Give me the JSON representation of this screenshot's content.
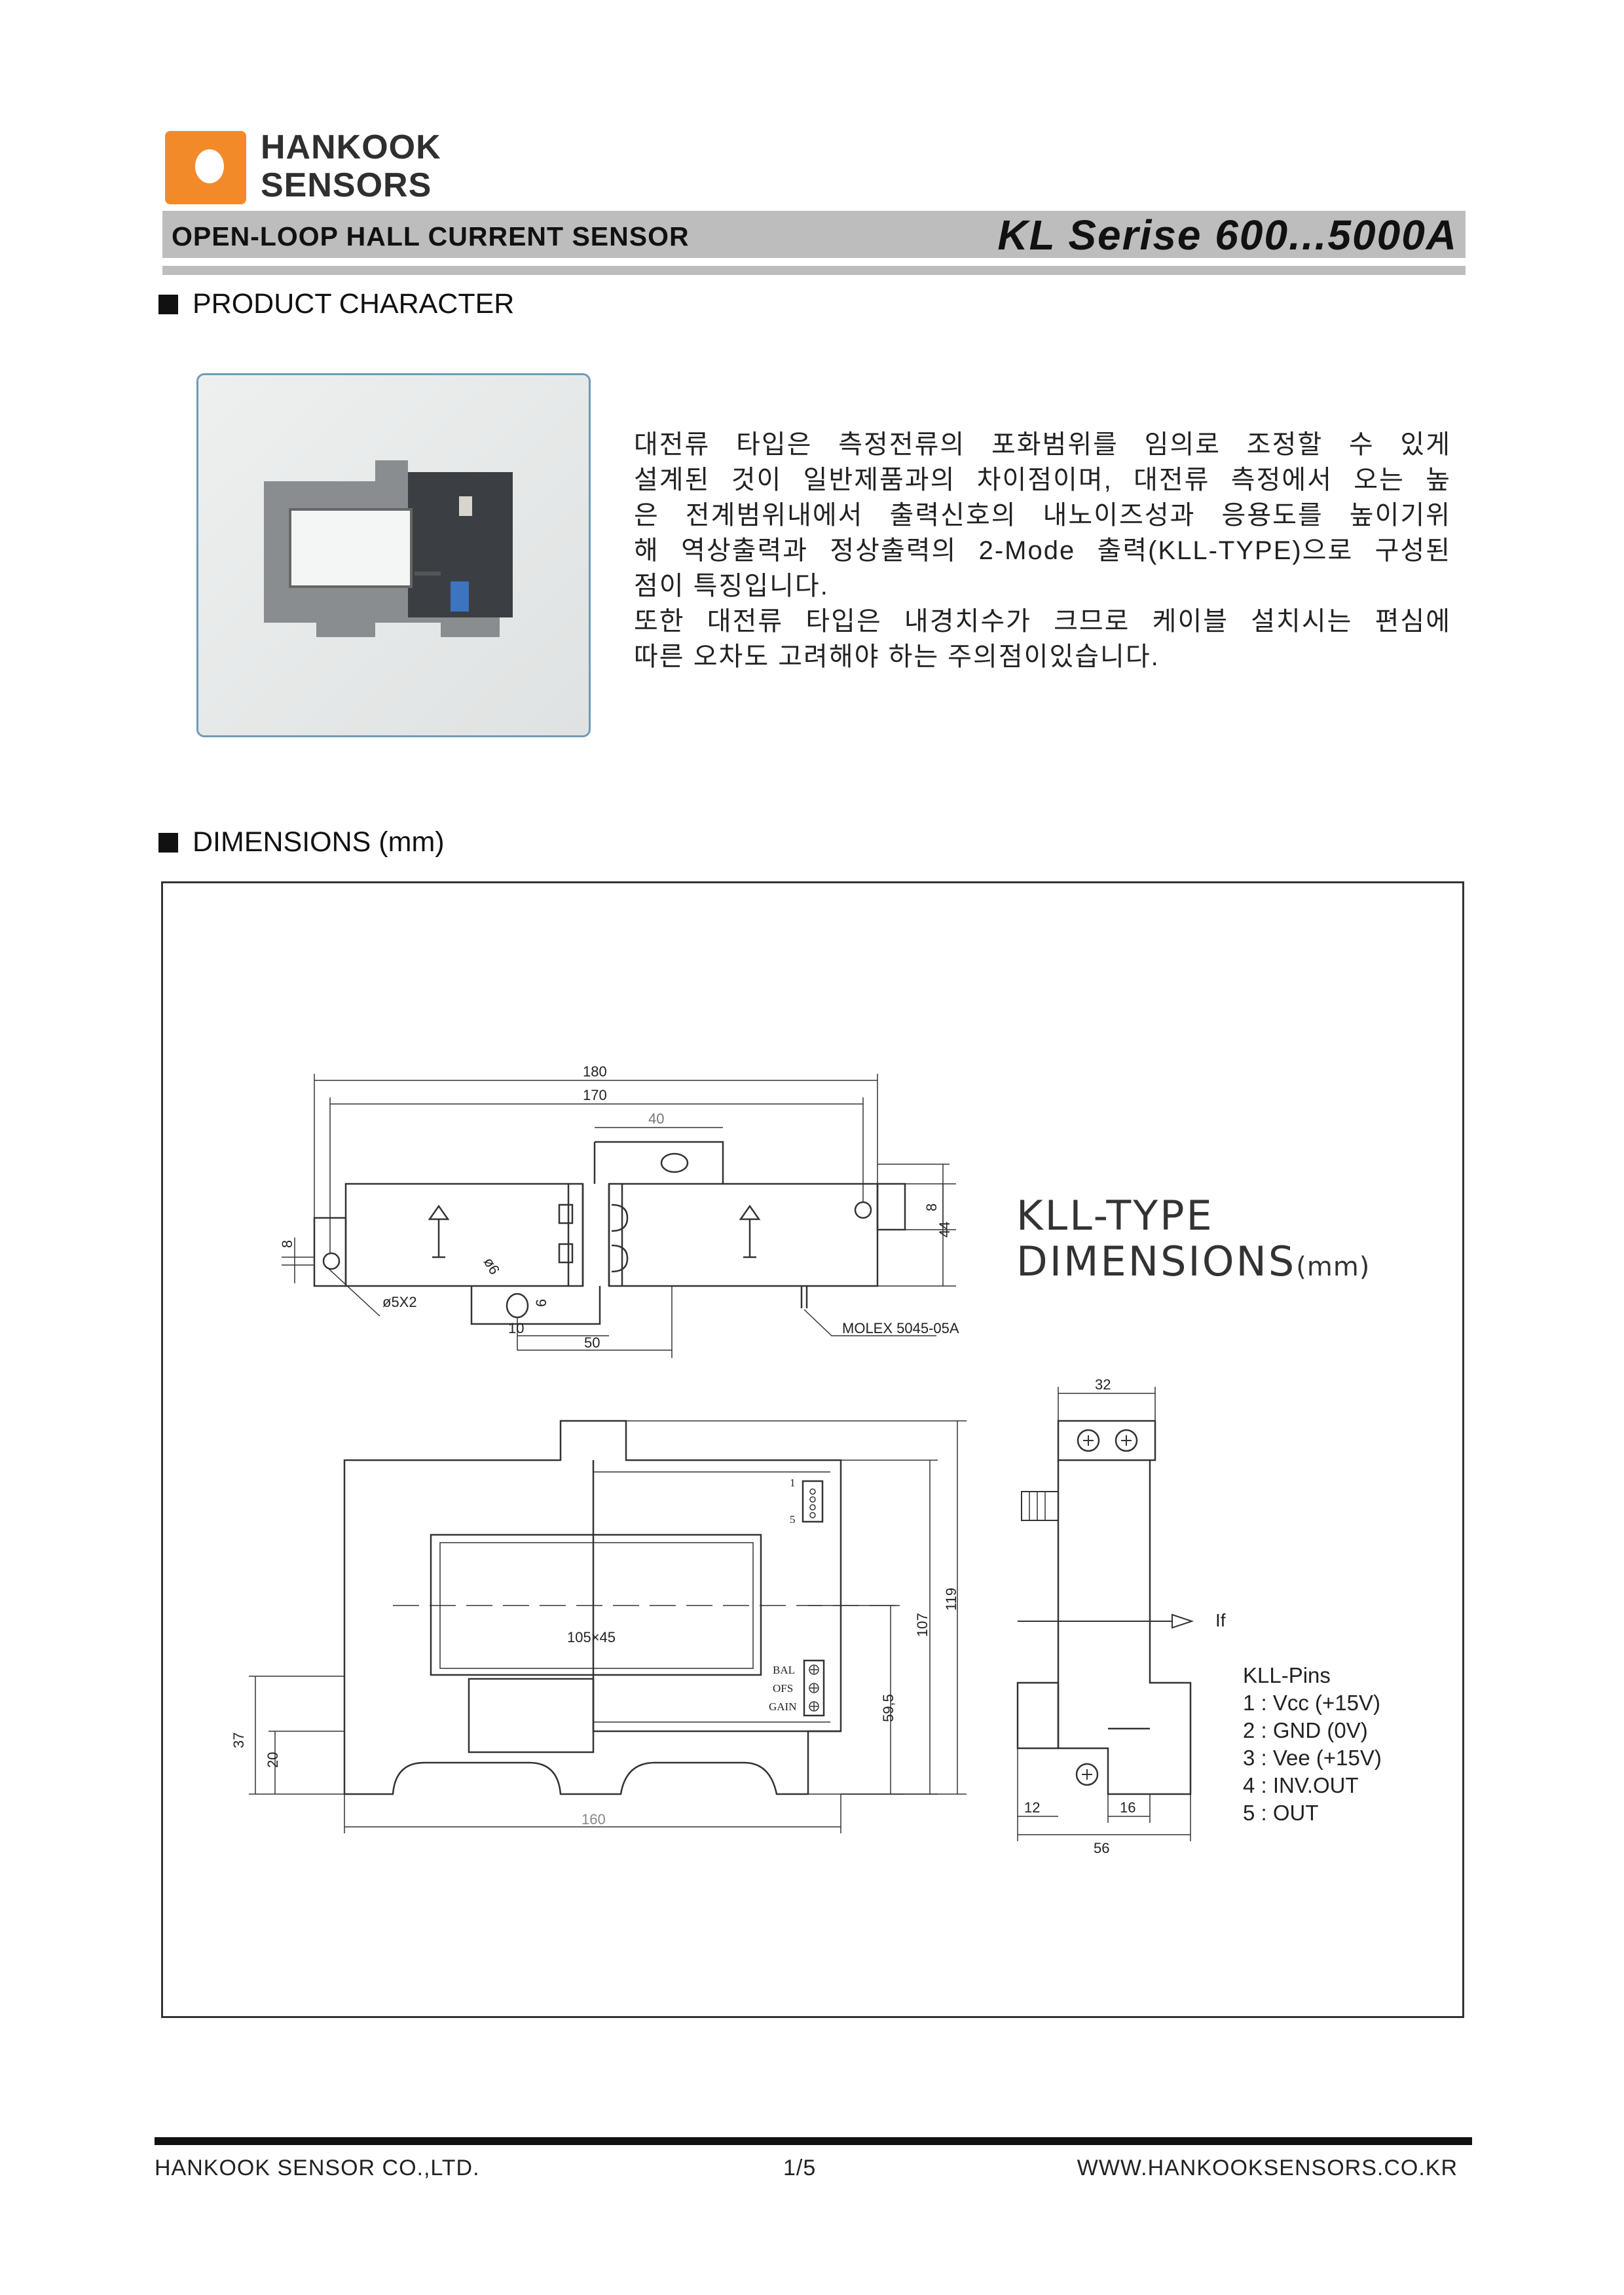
{
  "brand": {
    "line1": "HANKOOK",
    "line2": "SENSORS",
    "accent": "#f38a2a"
  },
  "header": {
    "left_title": "OPEN-LOOP  HALL  CURRENT  SENSOR",
    "right_title": "KL  Serise  600...5000A"
  },
  "sections": {
    "product": "PRODUCT  CHARACTER",
    "dimensions": "DIMENSIONS  (mm)"
  },
  "description": [
    "대전류 타입은 측정전류의 포화범위를 임의로 조정할 수 있게",
    "설계된 것이 일반제품과의 차이점이며, 대전류 측정에서 오는 높",
    "은 전계범위내에서 출력신호의 내노이즈성과 응용도를 높이기위",
    "해 역상출력과 정상출력의 2-Mode 출력(KLL-TYPE)으로 구성된",
    "점이 특징입니다.",
    "또한 대전류 타입은 내경치수가 크므로 케이블 설치시는 편심에",
    "따른 오차도 고려해야 하는 주의점이있습니다."
  ],
  "drawing": {
    "type_label_1": "KLL-TYPE",
    "type_label_2": "DIMENSIONS",
    "type_label_unit": "(mm)",
    "top_view": {
      "dim_180": "180",
      "dim_170": "170",
      "dim_40": "40",
      "dim_8a": "8",
      "dim_8b": "8",
      "dim_44": "44",
      "dim_phi6": "ø6",
      "dim_6": "6",
      "dim_10": "10",
      "dim_50": "50",
      "hole_note": "ø5X2",
      "connector_note": "MOLEX 5045-05A"
    },
    "front_view": {
      "window": "105×45",
      "dim_160": "160",
      "dim_37": "37",
      "dim_20": "20",
      "dim_595": "59,5",
      "dim_107": "107",
      "dim_119": "119",
      "pin1": "1",
      "pin5": "5",
      "bal": "BAL",
      "ofs": "OFS",
      "gain": "GAIN"
    },
    "side_view": {
      "dim_32": "32",
      "dim_12": "12",
      "dim_16": "16",
      "dim_56": "56",
      "if_label": "If"
    }
  },
  "pins": {
    "title": "KLL-Pins",
    "items": [
      "1 : Vcc (+15V)",
      "2 : GND (0V)",
      "3 : Vee (+15V)",
      "4 : INV.OUT",
      "5 : OUT"
    ]
  },
  "footer": {
    "company": "HANKOOK  SENSOR  CO.,LTD.",
    "page": "1/5",
    "website": "WWW.HANKOOKSENSORS.CO.KR"
  }
}
